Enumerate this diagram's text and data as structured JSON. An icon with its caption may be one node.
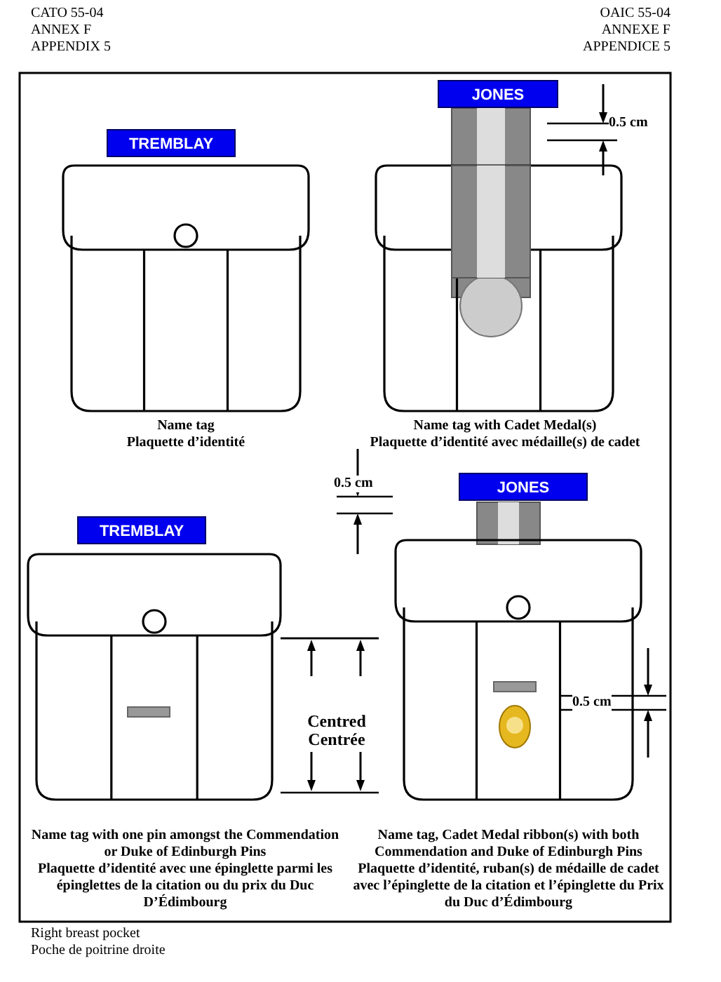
{
  "diagram": {
    "nodes": [
      {
        "text": [
          "TREMBLAY"
        ]
      },
      {
        "text": [
          "JONES"
        ]
      },
      {
        "text": [
          "TREMBLAY"
        ]
      },
      {
        "text": [
          "JONES"
        ]
      }
    ],
    "labels": [
      "CATO 55-04",
      "ANNEX F",
      "APPENDIX 5",
      "OAIC 55-04",
      "ANNEXE F",
      "APPENDICE 5",
      "0.5 cm",
      "Name tag",
      "Plaquette d’identité",
      "Name tag with Cadet Medal(s)",
      "Plaquette d’identité avec médaille(s) de cadet",
      "0.5 cm",
      "Centred",
      "Centrée",
      "0.5 cm",
      "Name tag with one pin amongst the Commendation or Duke of Edinburgh Pins",
      "Plaquette d’identité avec une épinglette parmi les épinglettes de la citation ou du prix du Duc D’Édimbourg",
      "Name tag, Cadet Medal ribbon(s) with both Commendation and Duke of Edinburgh Pins",
      "Plaquette d’identité, ruban(s) de médaille de cadet avec l’épinglette de la citation et l’épinglette du Prix du Duc d’Édimbourg",
      "Right breast pocket",
      "Poche de poitrine droite"
    ]
  }
}
